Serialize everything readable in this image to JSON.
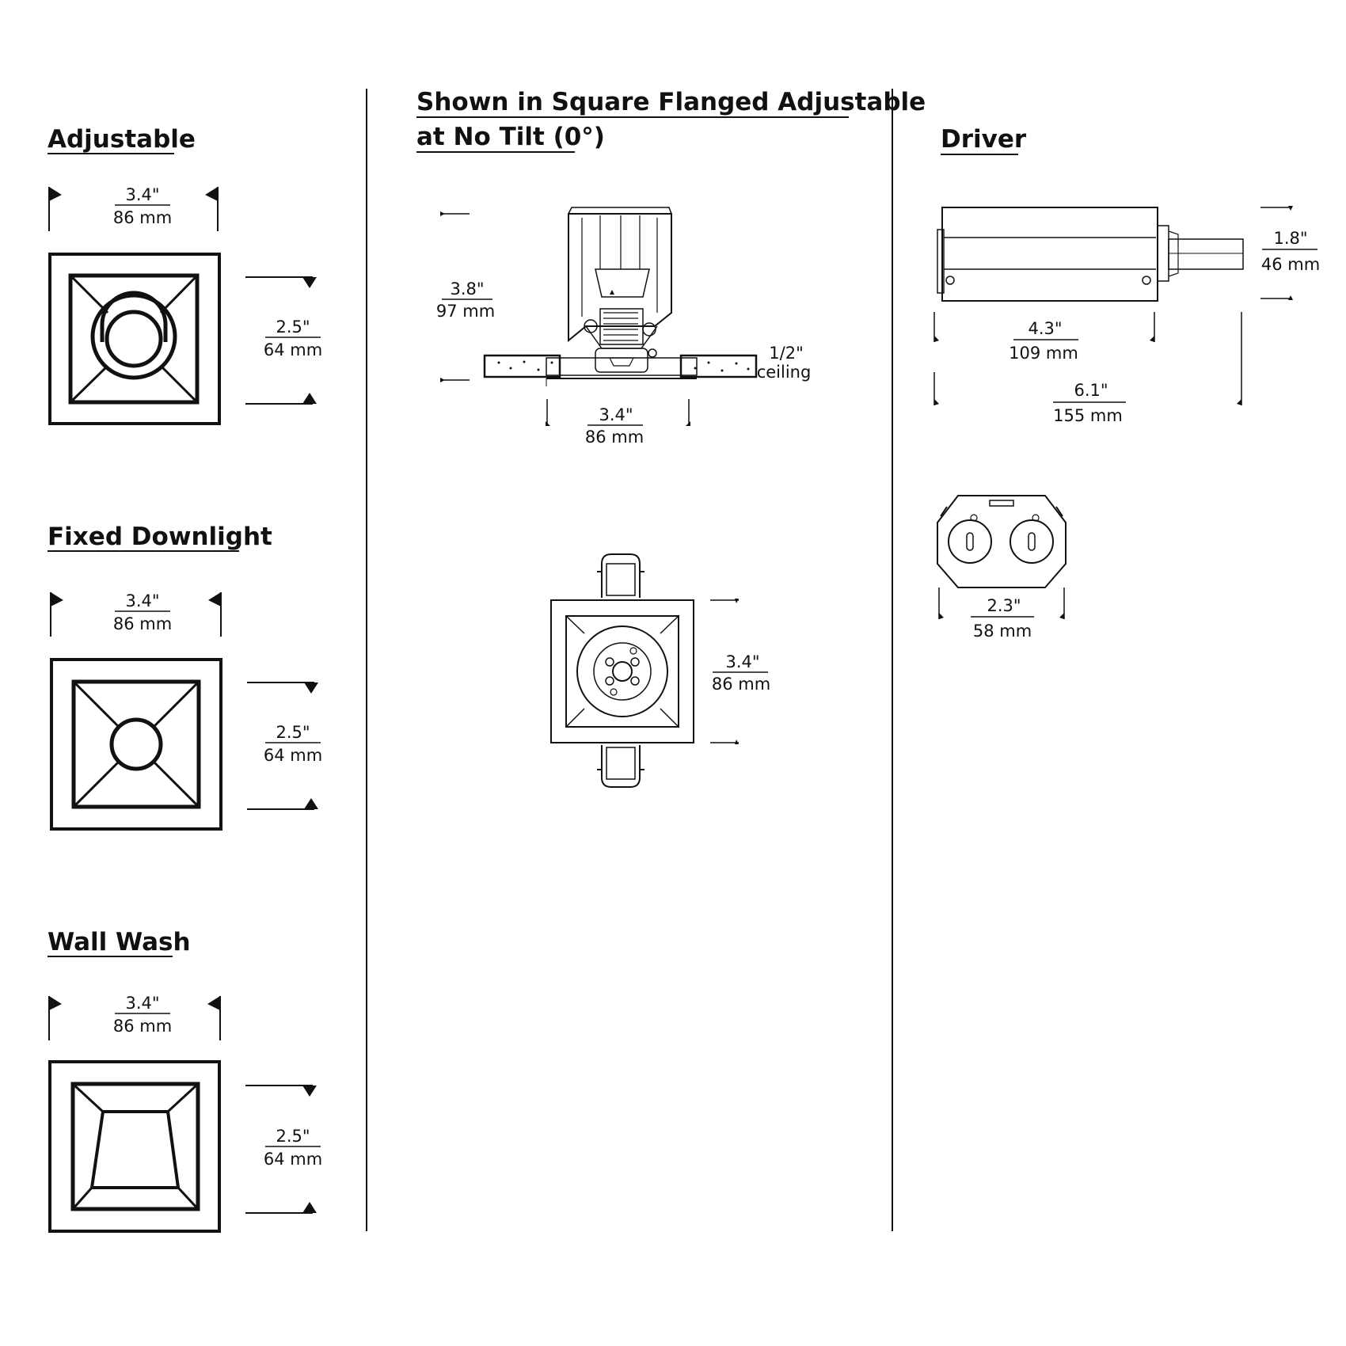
{
  "sections": {
    "adjustable": {
      "title": "Adjustable",
      "width_in": "3.4\"",
      "width_mm": "86 mm",
      "height_in": "2.5\"",
      "height_mm": "64 mm"
    },
    "fixed_downlight": {
      "title": "Fixed Downlight",
      "width_in": "3.4\"",
      "width_mm": "86 mm",
      "height_in": "2.5\"",
      "height_mm": "64 mm"
    },
    "wall_wash": {
      "title": "Wall Wash",
      "width_in": "3.4\"",
      "width_mm": "86 mm",
      "height_in": "2.5\"",
      "height_mm": "64 mm"
    },
    "center": {
      "title_line1": "Shown in Square Flanged Adjustable",
      "title_line2": "at No Tilt (0°)",
      "height_in": "3.8\"",
      "height_mm": "97 mm",
      "ceiling_in": "1/2\"",
      "ceiling_label": "ceiling",
      "width_in": "3.4\"",
      "width_mm": "86 mm",
      "top_height_in": "3.4\"",
      "top_height_mm": "86 mm"
    },
    "driver": {
      "title": "Driver",
      "height_in": "1.8\"",
      "height_mm": "46 mm",
      "body_len_in": "4.3\"",
      "body_len_mm": "109 mm",
      "total_len_in": "6.1\"",
      "total_len_mm": "155 mm",
      "end_width_in": "2.3\"",
      "end_width_mm": "58 mm"
    }
  }
}
